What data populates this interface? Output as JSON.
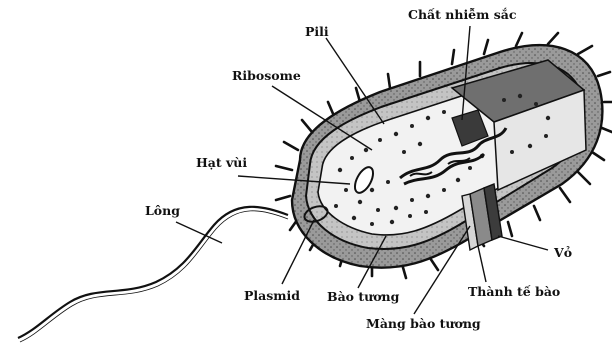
{
  "labels": {
    "chromatin": "Chất nhiễm sắc",
    "pili": "Pili",
    "ribosome": "Ribosome",
    "inclusion": "Hạt vùi",
    "flagellum": "Lông",
    "plasmid": "Plasmid",
    "cytoplasm": "Bào tương",
    "cell_membrane": "Màng bào tương",
    "cell_wall": "Thành tế bào",
    "capsule": "Vỏ"
  },
  "colors": {
    "ink": "#111111",
    "capsule_fill": "#8a8a8a",
    "wall_fill": "#bdbdbd",
    "cytoplasm_fill": "#f2f2f2",
    "cut_face": "#6f6f6f",
    "background": "#ffffff"
  }
}
